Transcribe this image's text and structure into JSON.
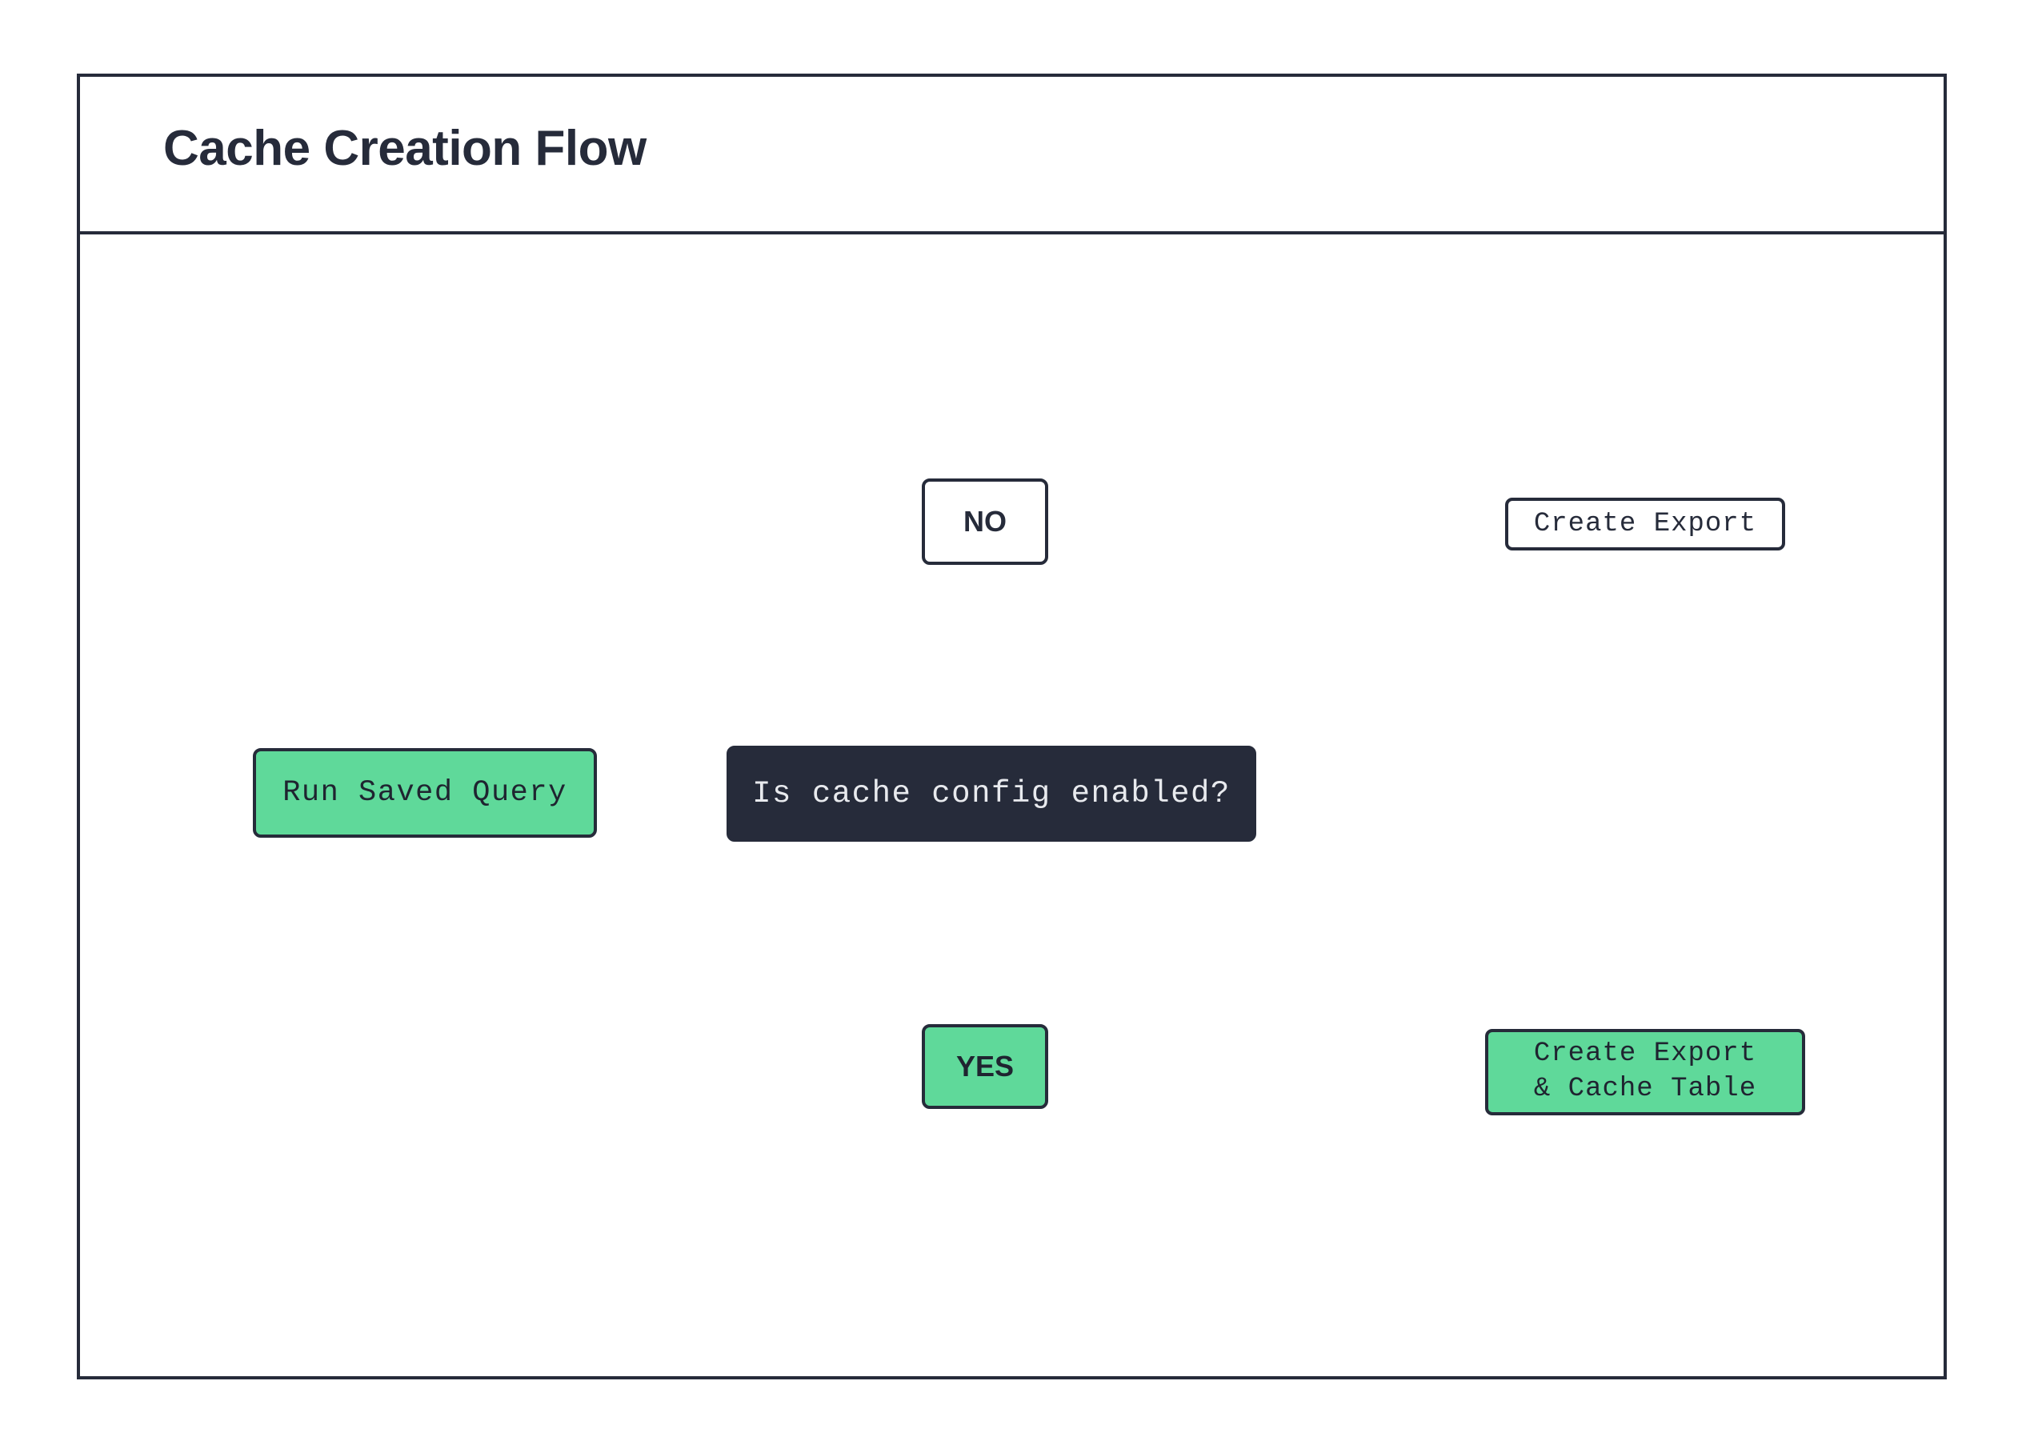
{
  "diagram": {
    "title": "Cache Creation Flow",
    "type": "flowchart",
    "colors": {
      "accent_green": "#5FD99A",
      "dark_navy": "#262b3a",
      "text_light": "#e8eaee",
      "background": "#ffffff"
    },
    "nodes": [
      {
        "id": "run-saved-query",
        "label": "Run Saved Query",
        "shape": "rounded-rect",
        "fill": "green",
        "font": "mono"
      },
      {
        "id": "decision",
        "label": "Is cache config enabled?",
        "shape": "rounded-rect",
        "fill": "dark",
        "font": "mono"
      },
      {
        "id": "no",
        "label": "NO",
        "shape": "rounded-rect",
        "fill": "white",
        "font": "sans"
      },
      {
        "id": "yes",
        "label": "YES",
        "shape": "rounded-rect",
        "fill": "green",
        "font": "sans"
      },
      {
        "id": "database-top",
        "label": "Create Export",
        "shape": "cylinder",
        "fill": "white",
        "font": "mono"
      },
      {
        "id": "database-bottom",
        "label_line1": "Create Export",
        "label_line2": "& Cache Table",
        "shape": "cylinder",
        "fill": "green",
        "font": "mono"
      }
    ],
    "edges": [
      {
        "from": "run-saved-query",
        "to": "decision"
      },
      {
        "from": "decision",
        "to": "no"
      },
      {
        "from": "decision",
        "to": "yes"
      },
      {
        "from": "no",
        "to": "database-top"
      },
      {
        "from": "yes",
        "to": "database-bottom"
      }
    ]
  }
}
